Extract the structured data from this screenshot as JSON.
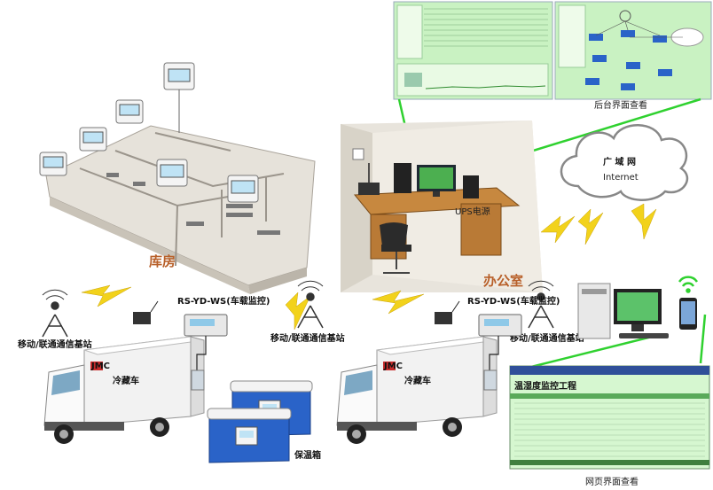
{
  "labels": {
    "warehouse": "库房",
    "office": "办公室",
    "wan": "广 域 网",
    "internet": "Internet",
    "backend_view": "后台界面查看",
    "web_view": "网页界面查看",
    "base_station_1": "移动/联通通信基站",
    "base_station_2": "移动/联通通信基站",
    "base_station_3": "移动/联通通信基站",
    "device_1": "RS-YD-WS(车载监控)",
    "device_2": "RS-YD-WS(车载监控)",
    "truck_1": "冷藏车",
    "truck_2": "冷藏车",
    "truck_brand": "JMC",
    "cooler_box": "保温箱",
    "ups": "UPS电源",
    "web_title": "温湿度监控工程"
  },
  "colors": {
    "link_green": "#2fd12f",
    "lightning": "#f2d21b",
    "screen_green": "#d6f7d0",
    "cloud_stroke": "#888888",
    "box_blue": "#2a63c8",
    "warehouse_text": "#b8602a"
  }
}
